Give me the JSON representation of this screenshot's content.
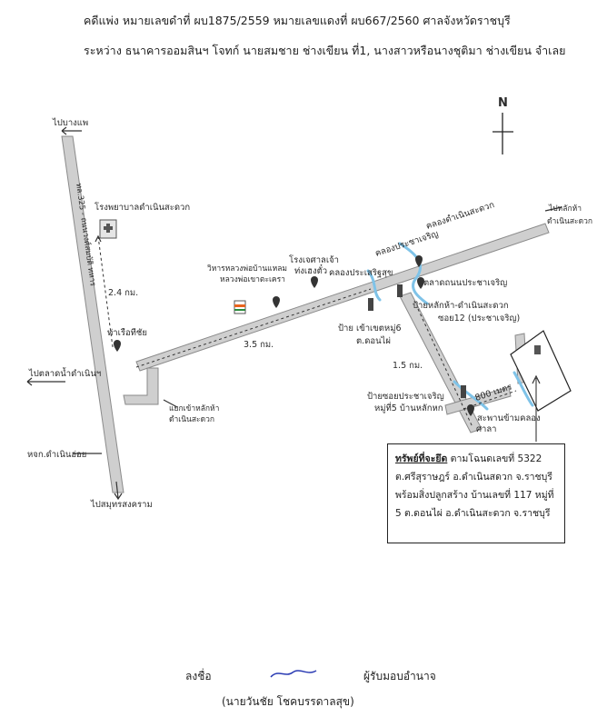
{
  "header": {
    "line1": "คดีแพ่ง หมายเลขดำที่ ผบ1875/2559 หมายเลขแดงที่ ผบ667/2560 ศาลจังหวัดราชบุรี",
    "line2": "ระหว่าง ธนาคารออมสินฯ โจทก์  นายสมชาย ช่างเขียน ที่1, นางสาวหรือนางชุติมา ช่างเขียน จำเลย"
  },
  "map": {
    "north": "N",
    "to_bang_phae": "ไปบางแพ",
    "road_name": "ทล.325 - ถนนวงศ์สมบัติ ทหาร",
    "hospital": "โรงพยาบาลดำเนินสะดวก",
    "dist_24": "2.4 กม.",
    "temple": "ท่าเรือทีชัย",
    "to_market": "ไปตลาดน้ำดำเนินฯ",
    "junction_lak_ha": "แยกเข้าหลักห้า",
    "junction_lak_ha2": "ดำเนินสะดวก",
    "nong_ong": "หจก.ดำเนินอ่อย",
    "to_samut": "ไปสมุทรสงคราม",
    "vihara": "วิหารหลวงพ่อบ้านแหลม",
    "vihara2": "หลวงพ่อเขาตะเครา",
    "shrine": "โรงเจศาลเจ้า",
    "shrine2": "ท่งเฮงตั๋ว",
    "dist_35": "3.5 กม.",
    "canal_dn": "คลองดำเนินสะดวก",
    "canal_pc": "คลองประชาเจริญ",
    "to_lak_ha": "ไปหลักห้า",
    "to_lak_ha2": "ดำเนินสะดวก",
    "canal_ps": "คลองประเสริฐสุข",
    "market_pc": "ตลาดถนนประชาเจริญ",
    "sign_lak_ha": "ป้ายหลักห้า-ดำเนินสะดวก",
    "soi12": "ซอย12 (ประชาเจริญ)",
    "sign_moo6": "ป้าย เข้าเขตหมู่6",
    "don_phai": "ต.ดอนไผ่",
    "dist_15": "1.5 กม.",
    "dist_800": "800 เมตร",
    "sign_soi": "ป้ายซอยประชาเจริญ",
    "moo5": "หมู่ที่5 บ้านหลักหก",
    "bridge": "สะพานข้ามคลอง",
    "sala": "ศาลา"
  },
  "property": {
    "title": "ทรัพย์ที่จะยึด",
    "line1_rest": " ตามโฉนดเลขที่ 5322",
    "line2": "ต.ศรีสุราษฎร์ อ.ดำเนินสดวก จ.ราชบุรี",
    "line3": "พร้อมสิ่งปลูกสร้าง บ้านเลขที่ 117 หมู่ที่",
    "line4": "5 ต.ดอนไผ่ อ.ดำเนินสะดวก จ.ราชบุรี"
  },
  "signature": {
    "label": "ลงชื่อ",
    "title": "ผู้รับมอบอำนาจ",
    "name": "(นายวันชัย  โชคบรรดาลสุข)"
  },
  "colors": {
    "road": "#cfcfcf",
    "water": "#7fc3e8",
    "pin": "#333333",
    "store": "#e8641e"
  }
}
